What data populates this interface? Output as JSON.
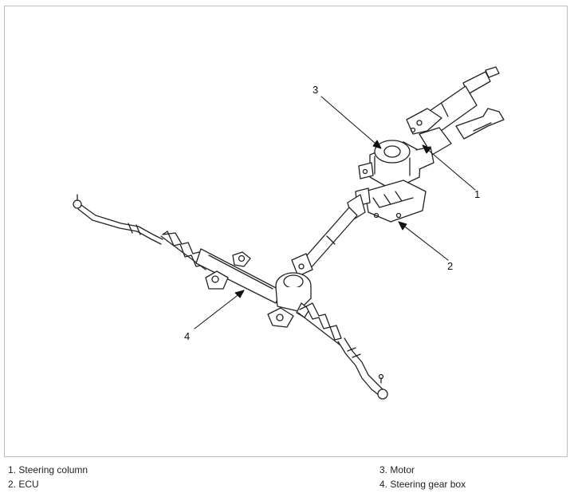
{
  "callouts": [
    "1",
    "2",
    "3",
    "4"
  ],
  "legend": {
    "items": [
      {
        "num": "1.",
        "label": "Steering column"
      },
      {
        "num": "2.",
        "label": "ECU"
      },
      {
        "num": "3.",
        "label": "Motor"
      },
      {
        "num": "4.",
        "label": "Steering gear box"
      }
    ]
  }
}
